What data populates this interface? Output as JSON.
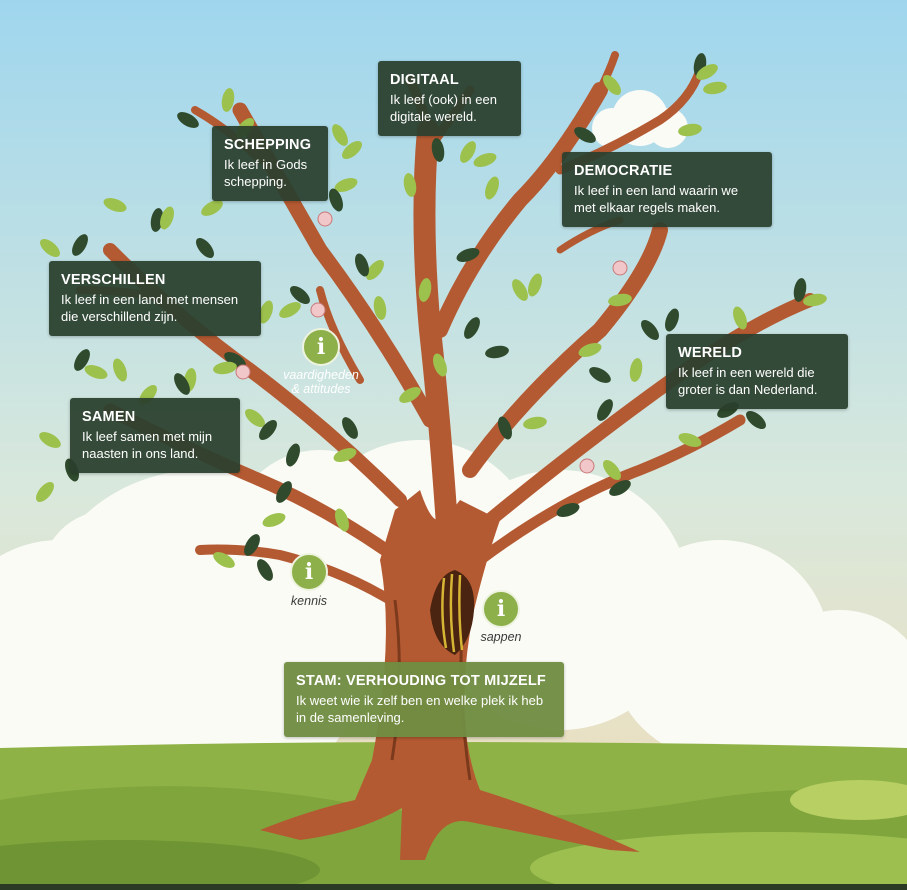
{
  "colors": {
    "sky_top": "#9fd6ee",
    "sky_bottom": "#f1dcb6",
    "cloud": "#fbfbf6",
    "grass": "#8fb246",
    "grass_dark": "#6f9433",
    "trunk": "#b45a32",
    "trunk_dark": "#7c3a1c",
    "leaf_light": "#9dc14d",
    "leaf_dark": "#2f4a2c",
    "card_bg": "#2a402e",
    "card_stem_bg": "#708c42",
    "info_bg": "#8db04a",
    "blossom": "#f2c7c9"
  },
  "branches": {
    "schepping": {
      "title": "SCHEPPING",
      "text": "Ik leef in Gods schepping."
    },
    "digitaal": {
      "title": "DIGITAAL",
      "text": "Ik leef (ook) in een digitale wereld."
    },
    "democratie": {
      "title": "DEMOCRATIE",
      "text": "Ik leef in een land waarin we met elkaar regels maken."
    },
    "verschillen": {
      "title": "VERSCHILLEN",
      "text": "Ik leef in een land met mensen die verschillend zijn."
    },
    "wereld": {
      "title": "WERELD",
      "text": "Ik leef in een wereld die groter is dan Nederland."
    },
    "samen": {
      "title": "SAMEN",
      "text": "Ik leef samen met mijn naasten in ons land."
    }
  },
  "stem": {
    "title": "STAM: VERHOUDING TOT MIJZELF",
    "text": "Ik weet wie ik zelf ben en welke plek ik heb in de samenleving."
  },
  "info_points": {
    "vaardigheden": {
      "icon": "info-icon",
      "glyph": "i",
      "label": "vaardigheden & attitudes"
    },
    "kennis": {
      "icon": "info-icon",
      "glyph": "i",
      "label": "kennis"
    },
    "sappen": {
      "icon": "info-icon",
      "glyph": "i",
      "label": "sappen"
    }
  }
}
